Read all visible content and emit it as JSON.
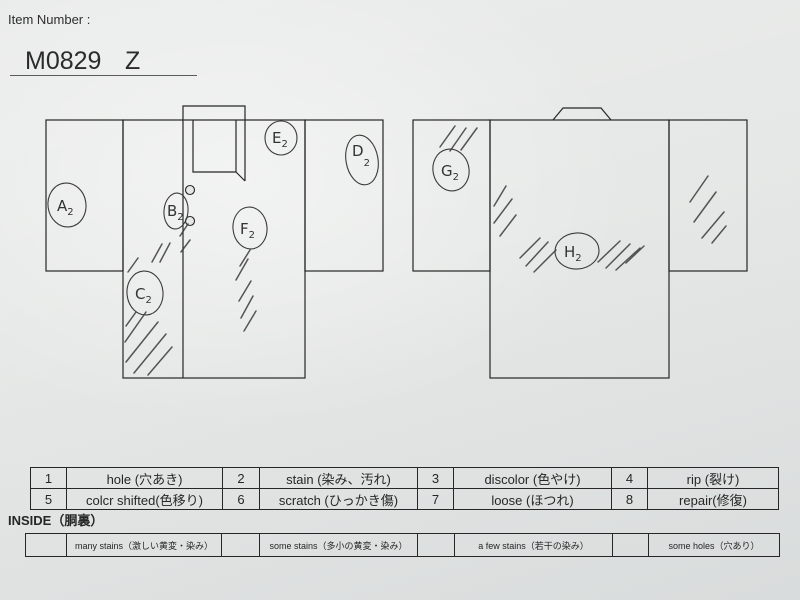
{
  "item_number": {
    "label": "Item Number :",
    "code": "M0829",
    "suffix": "Z"
  },
  "front": {
    "markers": [
      {
        "letter": "A",
        "sub": "2"
      },
      {
        "letter": "B",
        "sub": "2"
      },
      {
        "letter": "C",
        "sub": "2"
      },
      {
        "letter": "D",
        "sub": "2"
      },
      {
        "letter": "E",
        "sub": "2"
      },
      {
        "letter": "F",
        "sub": "2"
      }
    ]
  },
  "back": {
    "markers": [
      {
        "letter": "G",
        "sub": "2"
      },
      {
        "letter": "H",
        "sub": "2"
      }
    ]
  },
  "damage_legend": [
    {
      "no": "1",
      "label": "hole (穴あき)"
    },
    {
      "no": "2",
      "label": "stain (染み、汚れ)"
    },
    {
      "no": "3",
      "label": "discolor (色やけ)"
    },
    {
      "no": "4",
      "label": "rip (裂け)"
    },
    {
      "no": "5",
      "label": "colcr shifted(色移り)"
    },
    {
      "no": "6",
      "label": "scratch (ひっかき傷)"
    },
    {
      "no": "7",
      "label": "loose (ほつれ)"
    },
    {
      "no": "8",
      "label": "repair(修復)"
    }
  ],
  "inside": {
    "title": "INSIDE（胴裏）",
    "options": [
      {
        "label": "many stains（激しい黄変・染み）"
      },
      {
        "label": "some stains（多小の黄変・染み）"
      },
      {
        "label": "a few stains（若干の染み）"
      },
      {
        "label": "some holes（穴あり）"
      }
    ]
  },
  "colors": {
    "ink": "#262626",
    "paper": "#e6e8e7"
  }
}
